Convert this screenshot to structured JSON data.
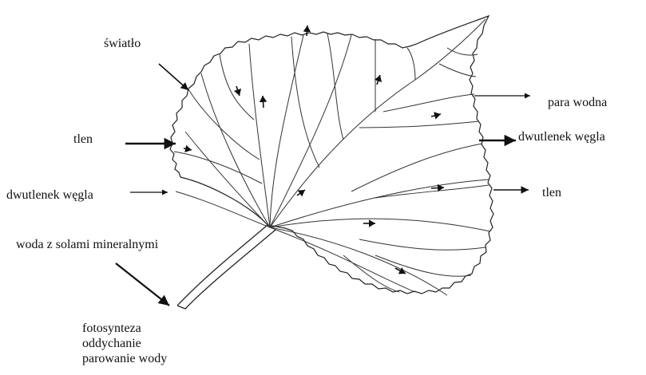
{
  "labels": {
    "swiatlo": "światło",
    "tlen_in": "tlen",
    "co2_in": "dwutlenek węgla",
    "woda": "woda z solami mineralnymi",
    "para_wodna": "para wodna",
    "co2_out": "dwutlenek węgla",
    "tlen_out": "tlen"
  },
  "legend": [
    "fotosynteza",
    "oddychanie",
    "parowanie wody"
  ],
  "colors": {
    "ink": "#111111",
    "paper": "#ffffff"
  }
}
